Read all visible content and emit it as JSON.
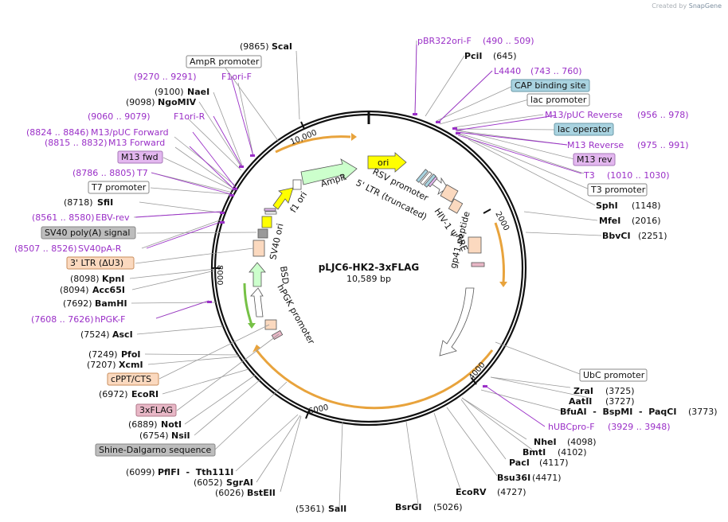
{
  "branding": {
    "prefix": "Created by",
    "app": "SnapGene"
  },
  "plasmid": {
    "name": "pLJC6-HK2-3xFLAG",
    "length_label": "10,589 bp",
    "length": 10589
  },
  "ring_ticks": [
    {
      "pos": 2000,
      "label": "2000"
    },
    {
      "pos": 4000,
      "label": "4000"
    },
    {
      "pos": 6000,
      "label": "6000"
    },
    {
      "pos": 8000,
      "label": "8000"
    },
    {
      "pos": 10000,
      "label": "10,000"
    }
  ],
  "enzymes": [
    {
      "name": "ScaI",
      "pos": "(9865)",
      "side": "L",
      "bold": true
    },
    {
      "name": "PciI",
      "pos": "(645)",
      "side": "R",
      "bold": true
    },
    {
      "name": "NaeI",
      "pos": "(9100)",
      "side": "L",
      "bold": true
    },
    {
      "name": "NgoMIV",
      "pos": "(9098)",
      "side": "L",
      "bold": true
    },
    {
      "name": "SfiI",
      "pos": "(8718)",
      "side": "L",
      "bold": true
    },
    {
      "name": "KpnI",
      "pos": "(8098)",
      "side": "L",
      "bold": true
    },
    {
      "name": "Acc65I",
      "pos": "(8094)",
      "side": "L",
      "bold": true
    },
    {
      "name": "BamHI",
      "pos": "(7692)",
      "side": "L",
      "bold": true
    },
    {
      "name": "AscI",
      "pos": "(7524)",
      "side": "L",
      "bold": true
    },
    {
      "name": "PfoI",
      "pos": "(7249)",
      "side": "L",
      "bold": true
    },
    {
      "name": "XcmI",
      "pos": "(7207)",
      "side": "L",
      "bold": true
    },
    {
      "name": "EcoRI",
      "pos": "(6972)",
      "side": "L",
      "bold": true
    },
    {
      "name": "NotI",
      "pos": "(6889)",
      "side": "L",
      "bold": true
    },
    {
      "name": "NsiI",
      "pos": "(6754)",
      "side": "L",
      "bold": true
    },
    {
      "name": "PflFI  -  Tth111I",
      "pos": "(6099)",
      "side": "L",
      "bold": true
    },
    {
      "name": "SgrAI",
      "pos": "(6052)",
      "side": "L",
      "bold": true
    },
    {
      "name": "BstEII",
      "pos": "(6026)",
      "side": "L",
      "bold": true
    },
    {
      "name": "SalI",
      "pos": "(5361)",
      "side": "L",
      "bold": true
    },
    {
      "name": "BsrGI",
      "pos": "(5026)",
      "side": "R",
      "bold": true
    },
    {
      "name": "EcoRV",
      "pos": "(4727)",
      "side": "R",
      "bold": true
    },
    {
      "name": "Bsu36I",
      "pos": "(4471)",
      "side": "R",
      "bold": true
    },
    {
      "name": "PacI",
      "pos": "(4117)",
      "side": "R",
      "bold": true
    },
    {
      "name": "BmtI",
      "pos": "(4102)",
      "side": "R",
      "bold": true
    },
    {
      "name": "NheI",
      "pos": "(4098)",
      "side": "R",
      "bold": true
    },
    {
      "name": "BfuAI  -  BspMI  -  PaqCI",
      "pos": "(3773)",
      "side": "R",
      "bold": true
    },
    {
      "name": "AatII",
      "pos": "(3727)",
      "side": "R",
      "bold": true
    },
    {
      "name": "ZraI",
      "pos": "(3725)",
      "side": "R",
      "bold": true
    },
    {
      "name": "BbvCI",
      "pos": "(2251)",
      "side": "R",
      "bold": true
    },
    {
      "name": "MfeI",
      "pos": "(2016)",
      "side": "R",
      "bold": true
    },
    {
      "name": "SphI",
      "pos": "(1148)",
      "side": "R",
      "bold": true
    }
  ],
  "primers": [
    {
      "name": "pBR322ori-F",
      "range": "(490 .. 509)"
    },
    {
      "name": "L4440",
      "range": "(743 .. 760)"
    },
    {
      "name": "M13/pUC Reverse",
      "range": "(956 .. 978)"
    },
    {
      "name": "M13 Reverse",
      "range": "(975 .. 991)"
    },
    {
      "name": "T3",
      "range": "(1010 .. 1030)"
    },
    {
      "name": "F1ori-F",
      "range": "(9270 .. 9291)"
    },
    {
      "name": "F1ori-R",
      "range": "(9060 .. 9079)"
    },
    {
      "name": "M13/pUC Forward",
      "range": "(8824 .. 8846)"
    },
    {
      "name": "M13 Forward",
      "range": "(8815 .. 8832)"
    },
    {
      "name": "T7",
      "range": "(8786 .. 8805)"
    },
    {
      "name": "EBV-rev",
      "range": "(8561 .. 8580)"
    },
    {
      "name": "SV40pA-R",
      "range": "(8507 .. 8526)"
    },
    {
      "name": "hPGK-F",
      "range": "(7608 .. 7626)"
    },
    {
      "name": "hUBCpro-F",
      "range": "(3929 .. 3948)"
    }
  ],
  "boxed_labels": [
    {
      "text": "AmpR promoter",
      "style": "plain"
    },
    {
      "text": "CAP binding site",
      "style": "teal"
    },
    {
      "text": "lac promoter",
      "style": "plain"
    },
    {
      "text": "lac operator",
      "style": "teal"
    },
    {
      "text": "M13 rev",
      "style": "violet"
    },
    {
      "text": "T3 promoter",
      "style": "plain"
    },
    {
      "text": "M13 fwd",
      "style": "violet"
    },
    {
      "text": "T7 promoter",
      "style": "plain"
    },
    {
      "text": "SV40 poly(A) signal",
      "style": "gray"
    },
    {
      "text": "3' LTR (ΔU3)",
      "style": "peach"
    },
    {
      "text": "cPPT/CTS",
      "style": "peach"
    },
    {
      "text": "3xFLAG",
      "style": "pink"
    },
    {
      "text": "Shine-Dalgarno sequence",
      "style": "gray"
    },
    {
      "text": "UbC promoter",
      "style": "plain"
    }
  ],
  "inner_features": [
    {
      "text": "ori"
    },
    {
      "text": "AmpR"
    },
    {
      "text": "f1 ori"
    },
    {
      "text": "SV40 ori"
    },
    {
      "text": "RSV promoter"
    },
    {
      "text": "5' LTR (truncated)"
    },
    {
      "text": "HIV-1 Ψ"
    },
    {
      "text": "RRE"
    },
    {
      "text": "gp41 peptide"
    },
    {
      "text": "BSD"
    },
    {
      "text": "hPGK promoter"
    }
  ],
  "colors": {
    "primer": "#9a2fc7",
    "teal_box": "#a9d3e0",
    "violet_box": "#e3b7ef",
    "gray_box": "#bdbdbd",
    "peach_box": "#fbd9bf",
    "pink_box": "#e8b7c6",
    "ori_yellow": "#ffff00",
    "ampr_green": "#ccffcc",
    "orf_orange": "#e8a33c"
  }
}
